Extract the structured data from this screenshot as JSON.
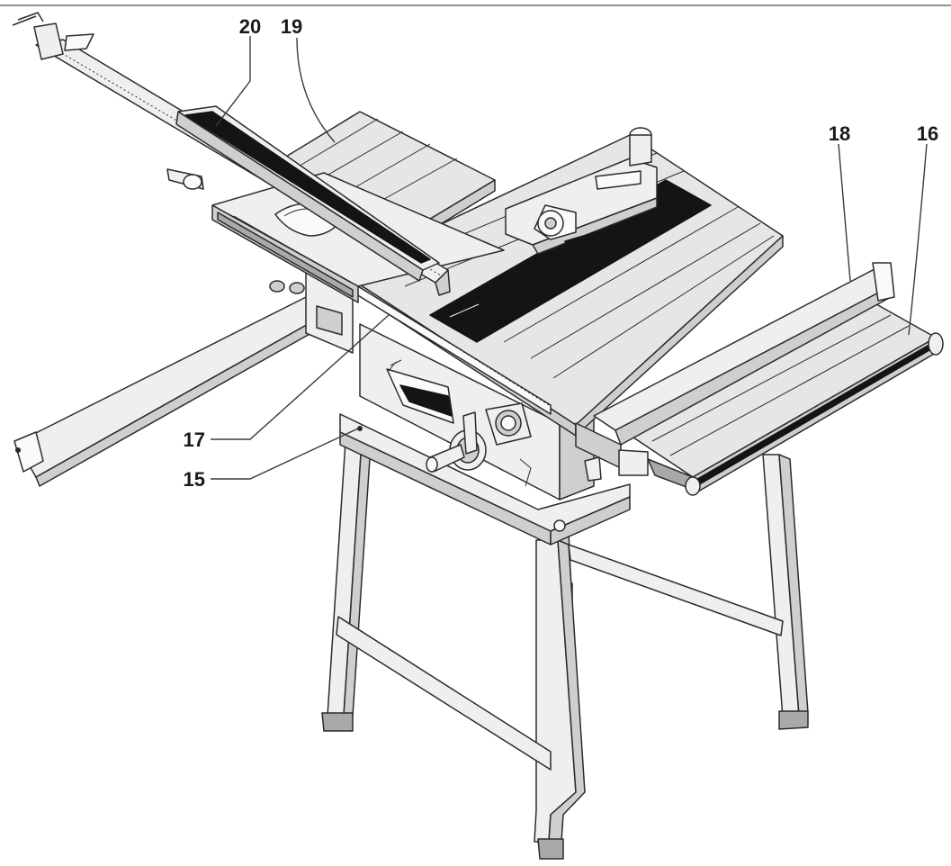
{
  "callouts": {
    "c15": "15",
    "c16": "16",
    "c17": "17",
    "c18": "18",
    "c19": "19",
    "c20": "20"
  }
}
